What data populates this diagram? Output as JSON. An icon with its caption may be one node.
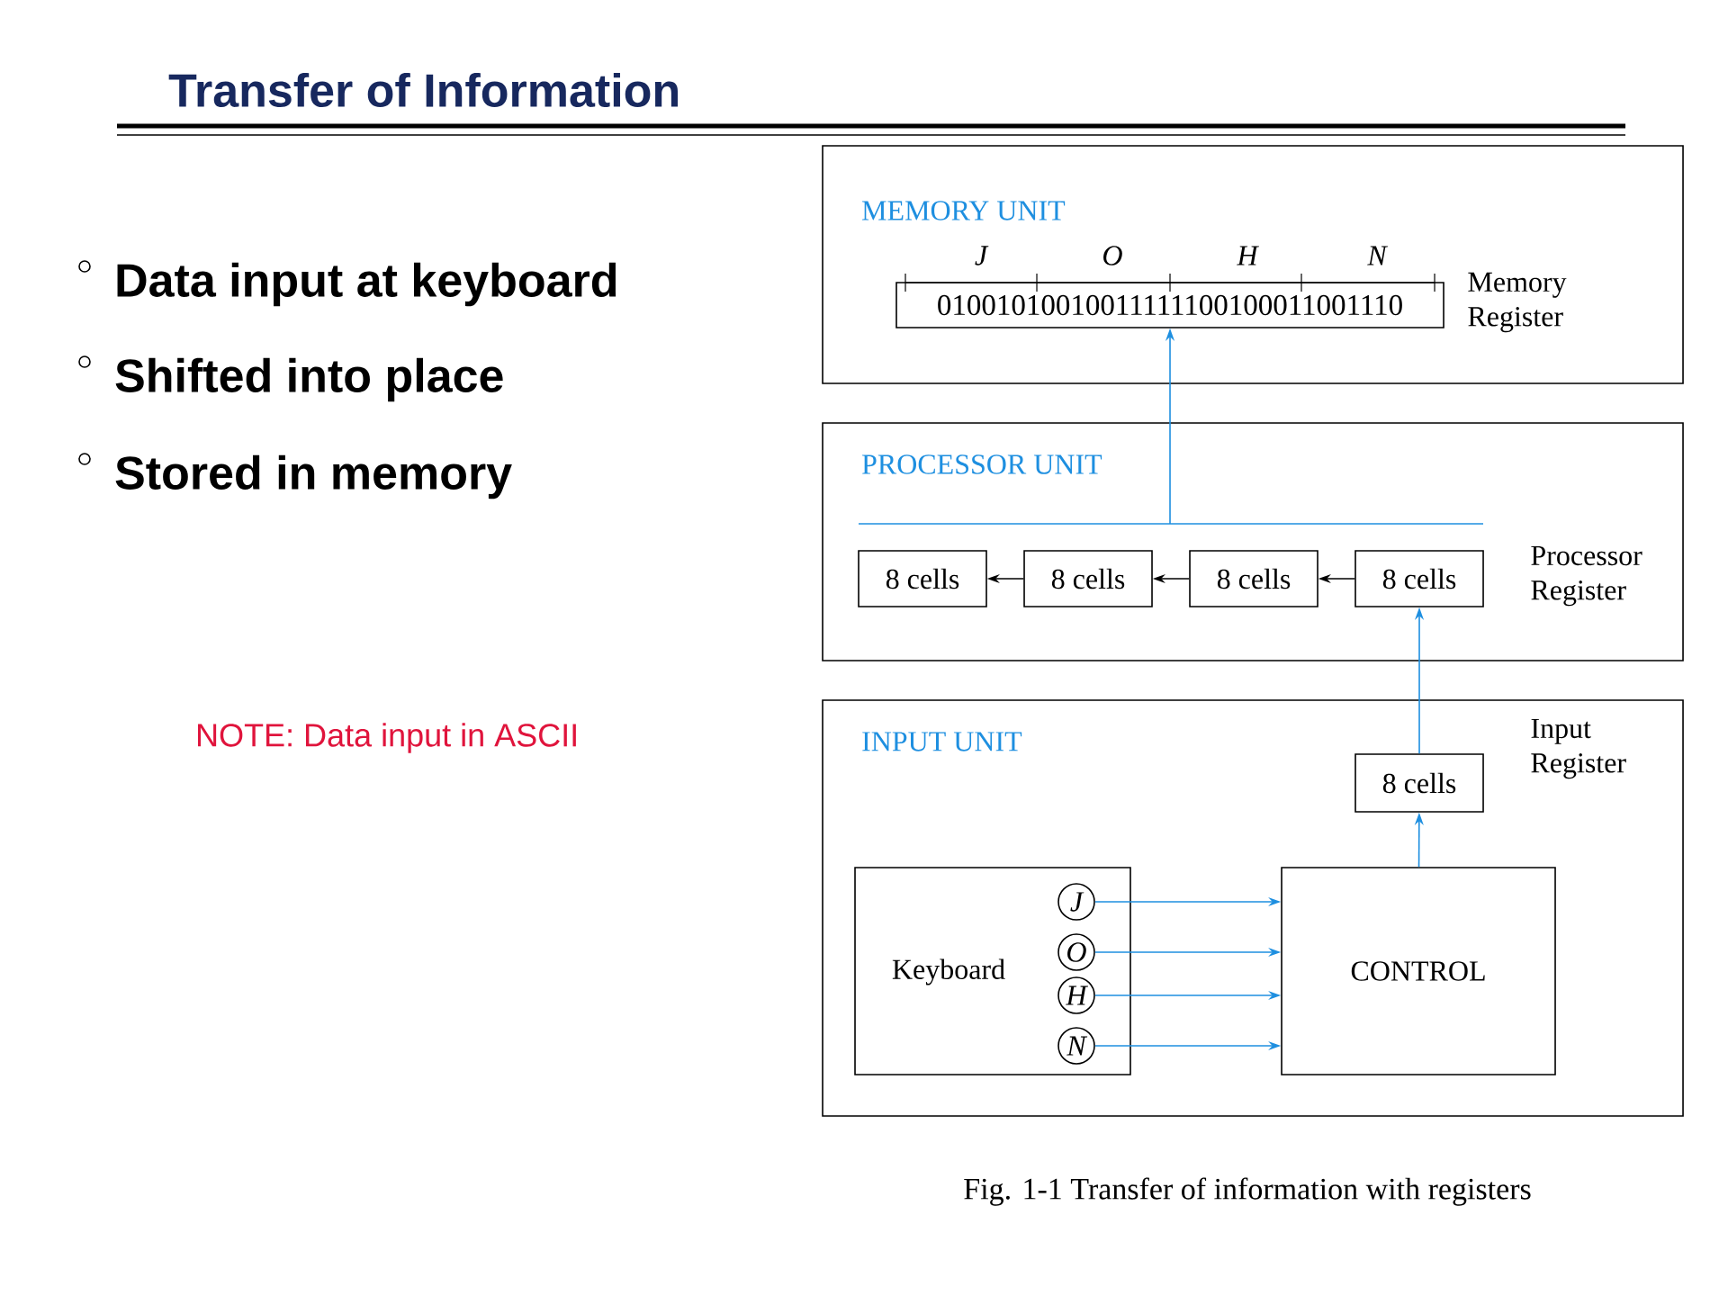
{
  "diagram": {
    "title": "Transfer of Information",
    "caption": "Fig. 1-1 Transfer of information with registers",
    "nodes": [
      {
        "text": [
          "MEMORY UNIT"
        ]
      },
      {
        "text": [
          "01001010010011111100100011001110"
        ],
        "beside": [
          "J",
          "O",
          "H",
          "N",
          "Memory Register"
        ],
        "in": 0
      },
      {
        "text": [
          "PROCESSOR UNIT"
        ]
      },
      {
        "text": [
          "8 cells"
        ],
        "in": 2
      },
      {
        "text": [
          "8 cells"
        ],
        "in": 2
      },
      {
        "text": [
          "8 cells"
        ],
        "in": 2
      },
      {
        "text": [
          "8 cells"
        ],
        "beside": [
          "Processor Register"
        ],
        "in": 2
      },
      {
        "text": [
          "INPUT UNIT"
        ]
      },
      {
        "text": [
          "8 cells"
        ],
        "beside": [
          "Input Register"
        ],
        "in": 7
      },
      {
        "text": [
          "Keyboard"
        ],
        "in": 7
      },
      {
        "text": [
          "J"
        ],
        "in": 9
      },
      {
        "text": [
          "O"
        ],
        "in": 9
      },
      {
        "text": [
          "H"
        ],
        "in": 9
      },
      {
        "text": [
          "N"
        ],
        "in": 9
      },
      {
        "text": [
          "CONTROL"
        ],
        "in": 7
      }
    ],
    "edges": [
      {
        "from": null,
        "to": 1,
        "arrow": "to"
      },
      {
        "from": 6,
        "to": 5,
        "arrow": "to",
        "color": "#000000"
      },
      {
        "from": 5,
        "to": 4,
        "arrow": "to",
        "color": "#000000"
      },
      {
        "from": 4,
        "to": 3,
        "arrow": "to",
        "color": "#000000"
      },
      {
        "from": 8,
        "to": 6,
        "arrow": "to"
      },
      {
        "from": 14,
        "to": 8,
        "arrow": "to"
      },
      {
        "from": 10,
        "to": 14,
        "arrow": "to"
      },
      {
        "from": 11,
        "to": 14,
        "arrow": "to"
      },
      {
        "from": 12,
        "to": 14,
        "arrow": "to"
      },
      {
        "from": 13,
        "to": 14,
        "arrow": "to"
      }
    ],
    "labels": [
      "Data input at keyboard",
      "Shifted into place",
      "Stored in memory",
      "NOTE: Data input in ASCII"
    ]
  }
}
